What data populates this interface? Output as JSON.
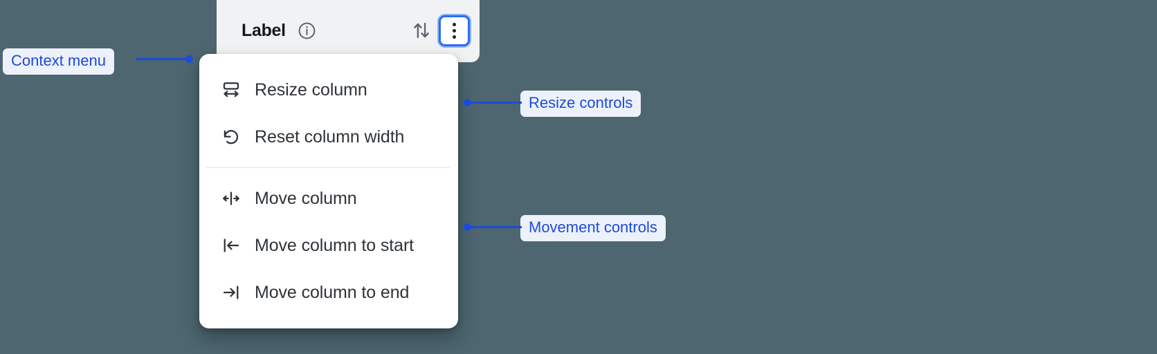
{
  "background_color": "#4D666F",
  "accent_color": "#1B4BD8",
  "focus_ring_color": "#2B6DF6",
  "column_header": {
    "title": "Label",
    "info_icon": "info-circle-icon",
    "sort_icon": "sort-up-down-icon",
    "kebab_icon": "three-dots-vertical-icon",
    "card_background": "#F1F2F4"
  },
  "context_menu": {
    "groups": [
      {
        "name": "resize",
        "items": [
          {
            "label": "Resize column",
            "icon": "resize-column-icon"
          },
          {
            "label": "Reset column width",
            "icon": "reset-width-undo-icon"
          }
        ]
      },
      {
        "name": "movement",
        "items": [
          {
            "label": "Move column",
            "icon": "move-column-icon"
          },
          {
            "label": "Move column to start",
            "icon": "move-to-start-icon"
          },
          {
            "label": "Move column to end",
            "icon": "move-to-end-icon"
          }
        ]
      }
    ]
  },
  "annotations": [
    {
      "label": "Context menu"
    },
    {
      "label": "Resize controls"
    },
    {
      "label": "Movement controls"
    }
  ]
}
